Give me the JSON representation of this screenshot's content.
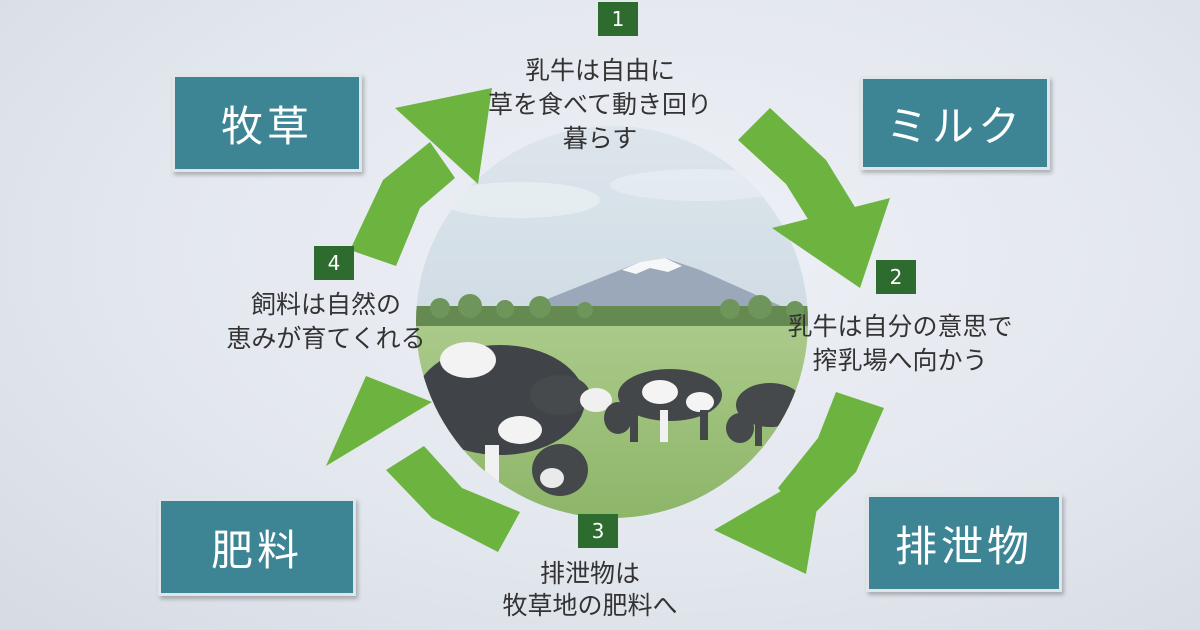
{
  "keywords": {
    "top_left": "牧草",
    "top_right": "ミルク",
    "bottom_left": "肥料",
    "bottom_right": "排泄物"
  },
  "steps": [
    {
      "number": "1",
      "lines": [
        "乳牛は自由に",
        "草を食べて動き回り",
        "暮らす"
      ]
    },
    {
      "number": "2",
      "lines": [
        "乳牛は自分の意思で",
        "搾乳場へ向かう"
      ]
    },
    {
      "number": "3",
      "lines": [
        "排泄物は",
        "牧草地の肥料へ"
      ]
    },
    {
      "number": "4",
      "lines": [
        "飼料は自然の",
        "恵みが育てくれる"
      ]
    }
  ],
  "colors": {
    "keyword_box": "#3d8595",
    "arrow_green": "#6cb33f",
    "number_square": "#2e6b2e"
  },
  "photo": {
    "subject": "cows-grazing-with-mountain"
  }
}
